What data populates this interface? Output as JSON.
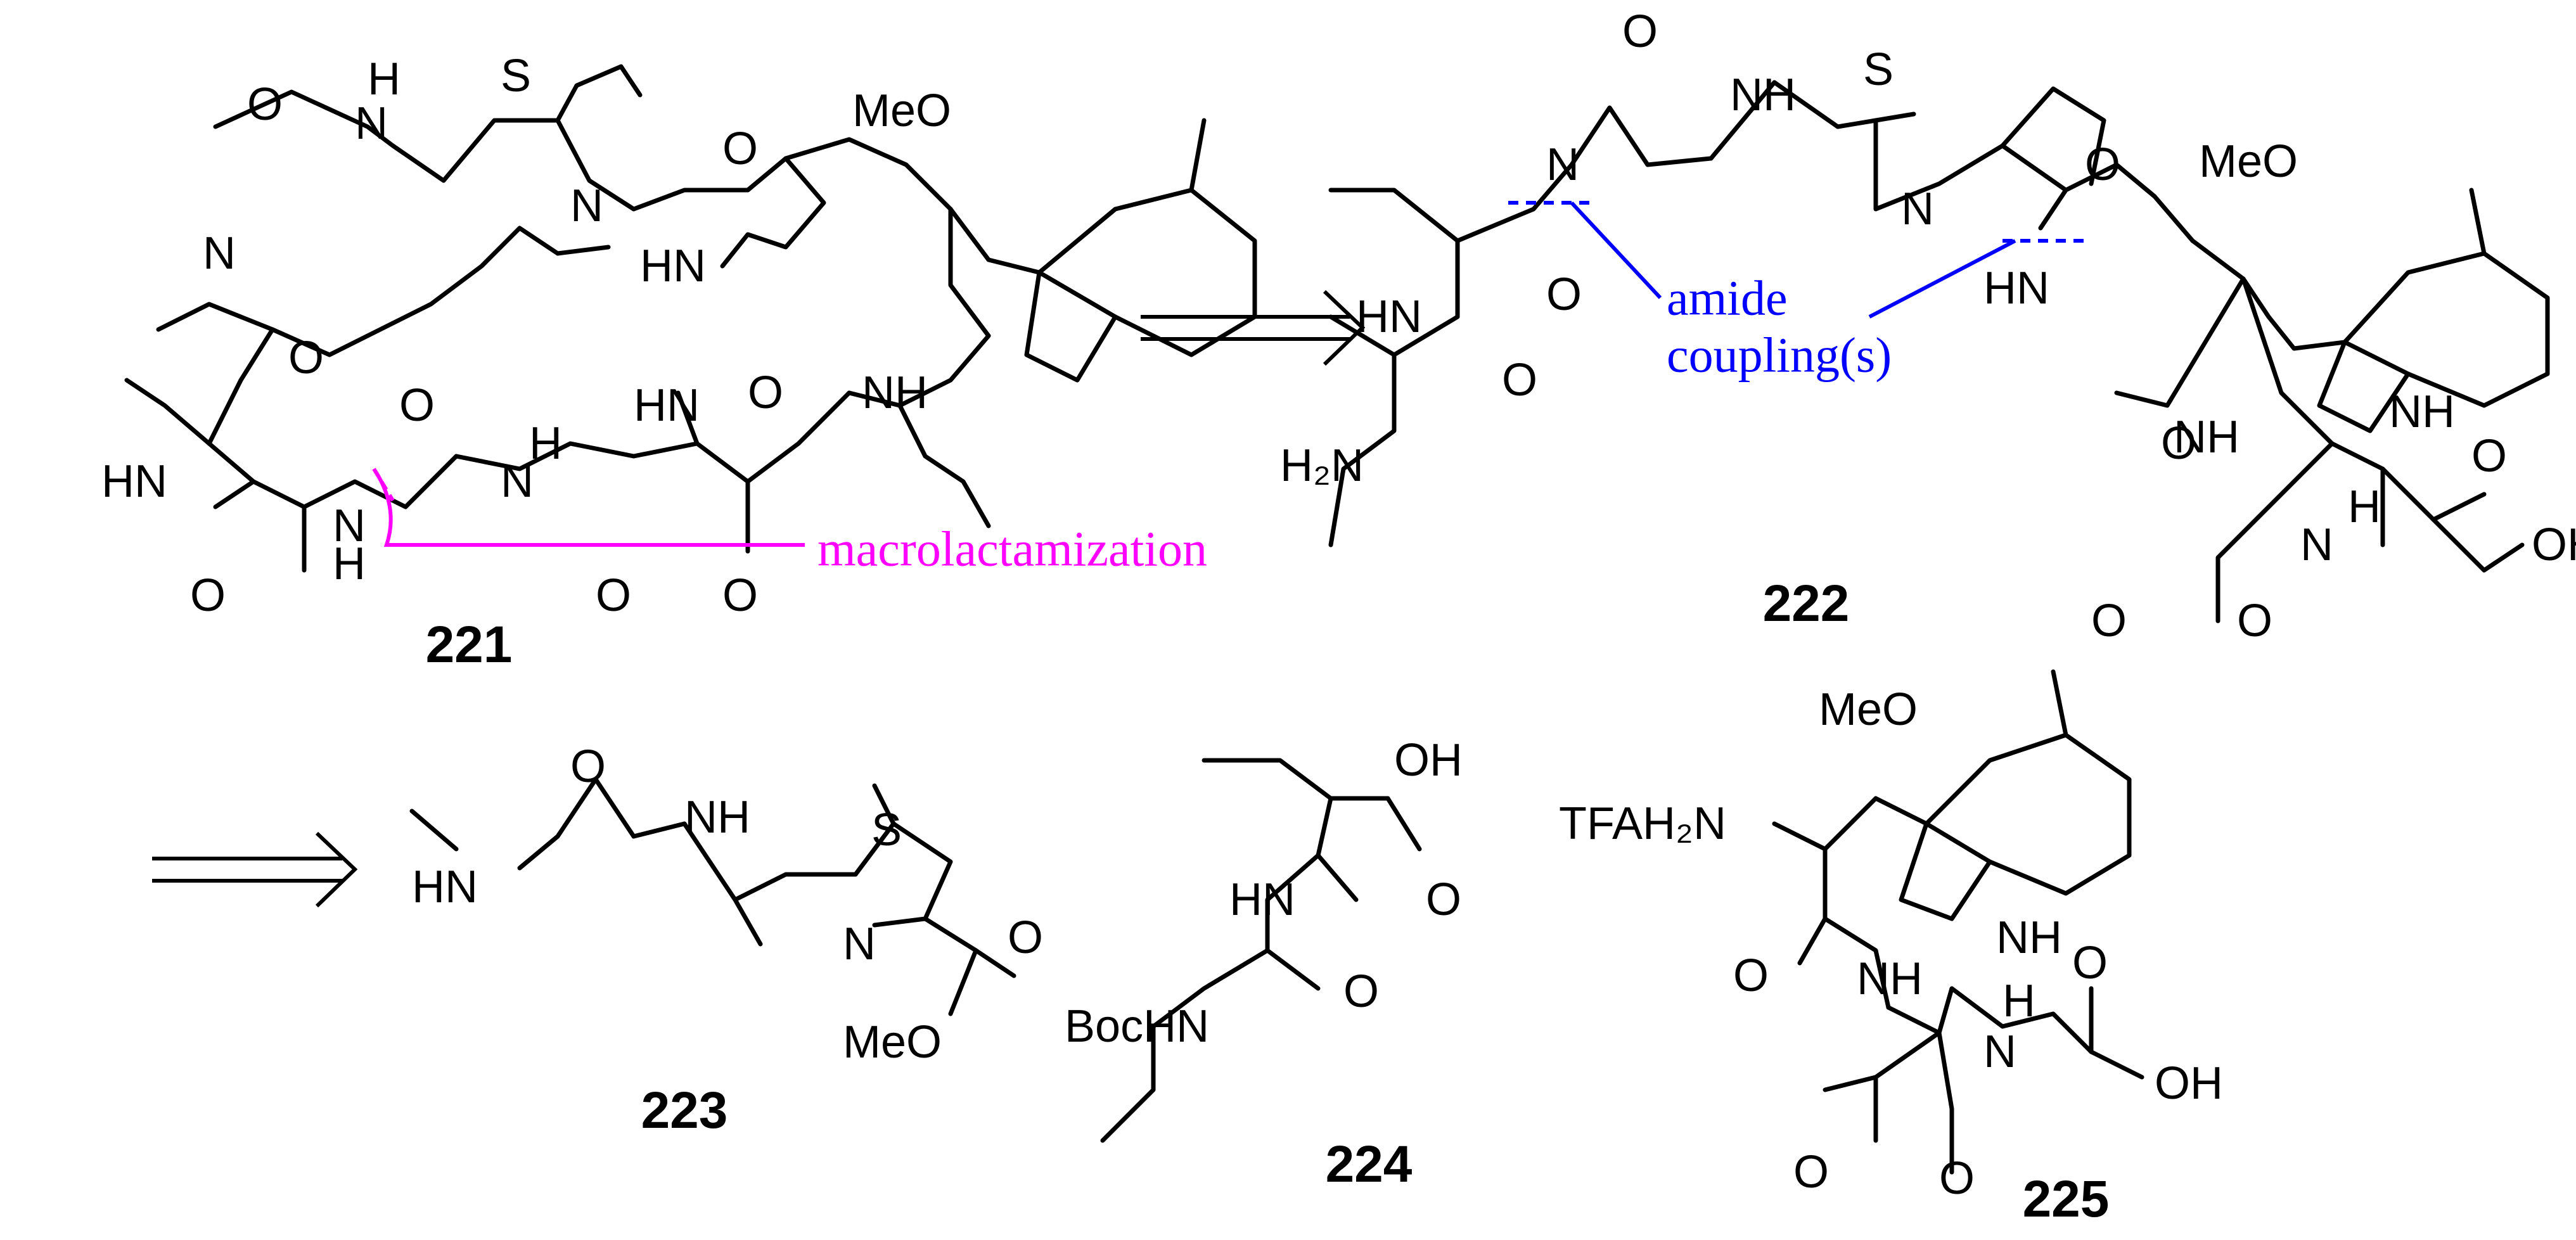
{
  "colors": {
    "ink": "#000000",
    "macrolactamization": "#ff00ff",
    "amide_coupling": "#0000ff"
  },
  "compounds": {
    "c221": "221",
    "c222": "222",
    "c223": "223",
    "c224": "224",
    "c225": "225"
  },
  "annotations": {
    "macrolactamization": "macrolactamization",
    "amide_line1": "amide",
    "amide_line2": "coupling(s)"
  },
  "atoms": {
    "S": "S",
    "N": "N",
    "NH": "NH",
    "HN": "HN",
    "H": "H",
    "O": "O",
    "OH": "OH",
    "MeO": "MeO",
    "H2N": "H₂N",
    "BocHN": "BocHN",
    "TFAH2N": "TFAH₂N"
  }
}
